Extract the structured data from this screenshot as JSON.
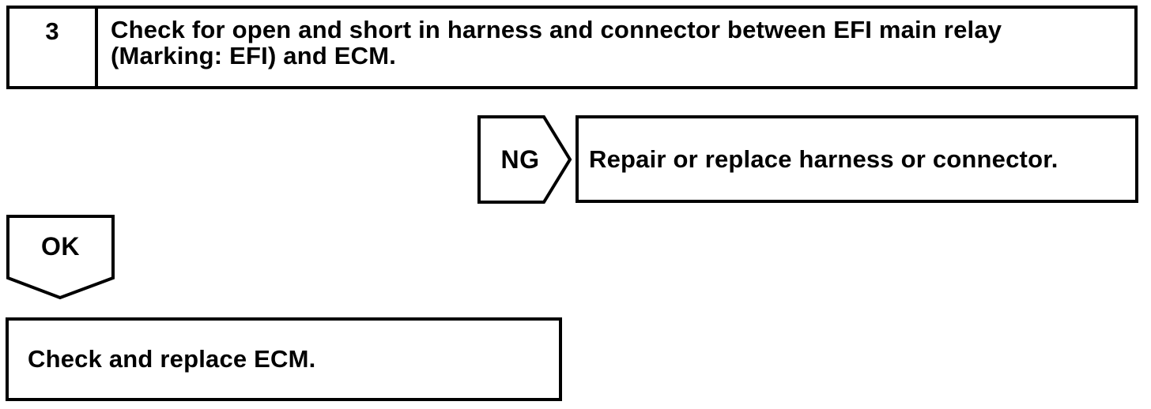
{
  "page": {
    "background_color": "#ffffff",
    "ink_color": "#000000"
  },
  "flowchart": {
    "step_box": {
      "number": "3",
      "instruction": "Check for open and short in harness and connector between EFI main relay (Marking: EFI) and ECM."
    },
    "ng_branch": {
      "label": "NG",
      "action": "Repair or replace harness or connector."
    },
    "ok_branch": {
      "label": "OK",
      "action": "Check and replace ECM."
    }
  }
}
